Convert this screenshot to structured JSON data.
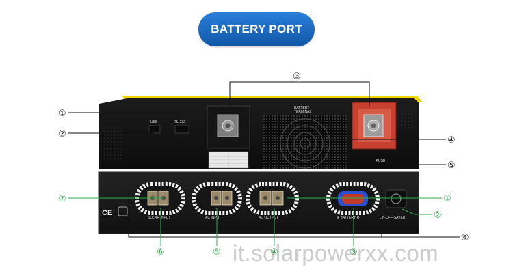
{
  "title": "BATTERY PORT",
  "watermark": "it.solarpowerxx.com",
  "callouts_black": [
    "①",
    "②",
    "③",
    "④",
    "⑤",
    "⑥"
  ],
  "callouts_green": [
    "⑦",
    "②",
    "①",
    "⑥",
    "⑤",
    "④",
    "③"
  ],
  "panel_labels": {
    "usb": "USB",
    "rs232": "RS-232",
    "battery_terminal_1": "BATTERY",
    "battery_terminal_2": "TERMINAL",
    "fuse": "FUSE",
    "solar_input": "SOLAR INPUT",
    "ac_input": "AC INPUT",
    "ac_output": "AC OUTPUT",
    "battery": "⊕ BATTERY ⊖",
    "switch": "ON-OFF-SAVER",
    "ce": "CE"
  },
  "colors": {
    "green": "#2fae49",
    "pill": "#1a66bd",
    "yellow": "#f2d600",
    "red_terminal": "#c8402f"
  }
}
